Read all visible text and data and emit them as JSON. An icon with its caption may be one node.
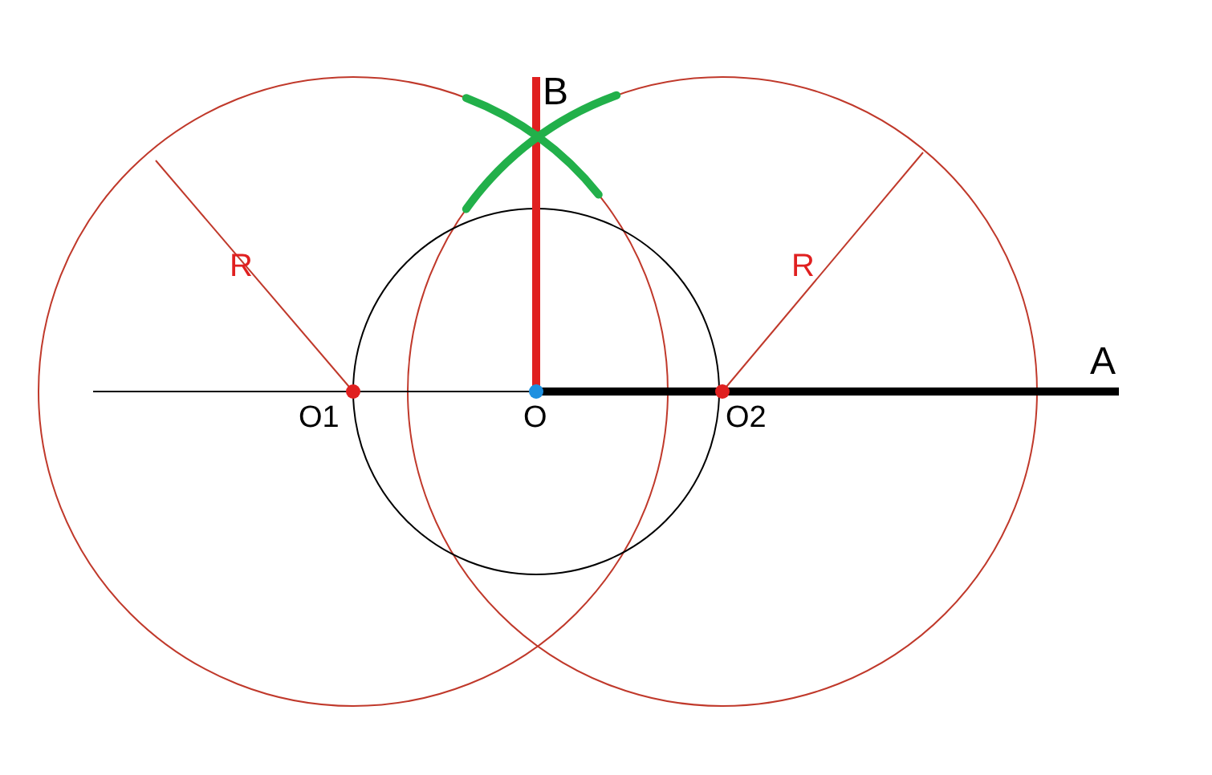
{
  "diagram": {
    "labels": [
      "B",
      "R",
      "R",
      "A",
      "O1",
      "O",
      "O2"
    ]
  }
}
